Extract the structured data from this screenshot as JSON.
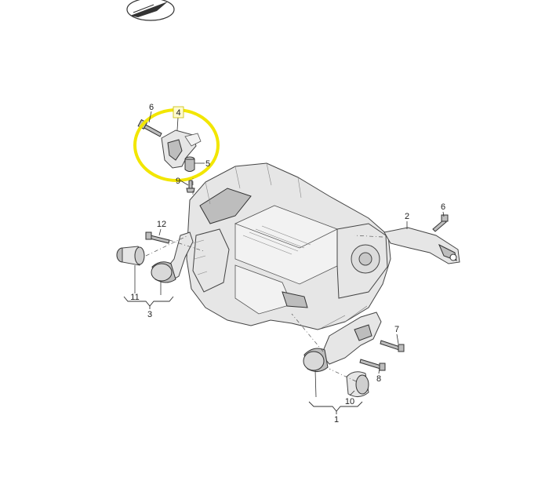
{
  "highlight": {
    "color": "#f2e600",
    "part": "4"
  },
  "callouts": [
    {
      "id": "c6a",
      "label": "6"
    },
    {
      "id": "c4",
      "label": "4"
    },
    {
      "id": "c5",
      "label": "5"
    },
    {
      "id": "c9",
      "label": "9"
    },
    {
      "id": "c12",
      "label": "12"
    },
    {
      "id": "c11",
      "label": "11"
    },
    {
      "id": "c3",
      "label": "3"
    },
    {
      "id": "c2",
      "label": "2"
    },
    {
      "id": "c6b",
      "label": "6"
    },
    {
      "id": "c7",
      "label": "7"
    },
    {
      "id": "c8",
      "label": "8"
    },
    {
      "id": "c10",
      "label": "10"
    },
    {
      "id": "c1",
      "label": "1"
    }
  ]
}
